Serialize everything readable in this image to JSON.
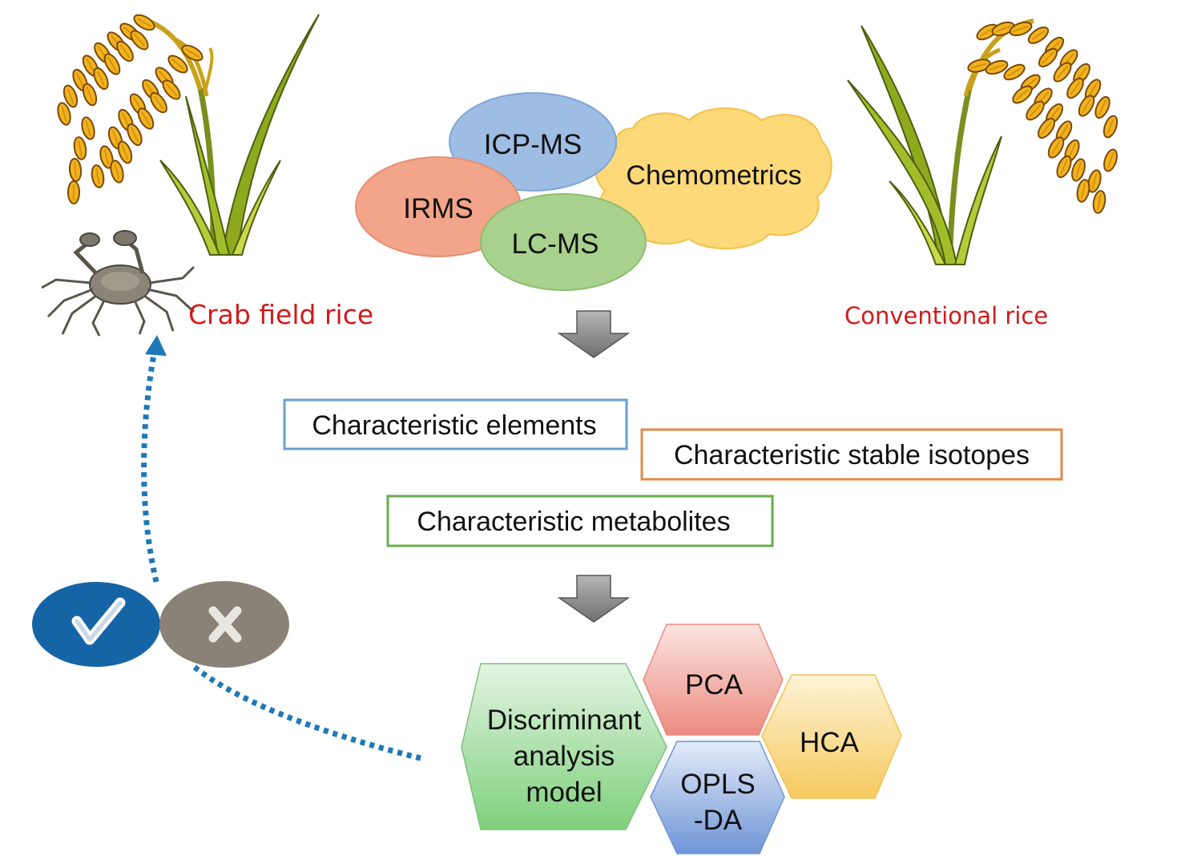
{
  "labels": {
    "crab_field_rice": "Crab field rice",
    "conventional_rice": "Conventional rice"
  },
  "techniques": {
    "icp_ms": "ICP-MS",
    "irms": "IRMS",
    "lc_ms": "LC-MS",
    "chemometrics": "Chemometrics"
  },
  "characteristics": {
    "elements": "Characteristic elements",
    "stable_isotopes": "Characteristic stable isotopes",
    "metabolites": "Characteristic metabolites"
  },
  "models": {
    "discriminant": [
      "Discriminant",
      "analysis",
      "model"
    ],
    "pca": "PCA",
    "hca": "HCA",
    "opls": [
      "OPLS",
      "-DA"
    ]
  },
  "icons": {
    "check": "check-icon",
    "cross": "cross-icon",
    "crab": "crab-icon",
    "rice_left": "rice-plant-icon",
    "rice_right": "rice-plant-icon",
    "arrow": "down-arrow-icon"
  },
  "colors": {
    "label_red": "#d11a1a",
    "elements_border": "#6a9fcf",
    "isotopes_border": "#e08a45",
    "metabolites_border": "#6aab4e",
    "dotted_arrow": "#1f78b8",
    "check_bg": "#1565a6",
    "cross_bg": "#8a8276"
  }
}
